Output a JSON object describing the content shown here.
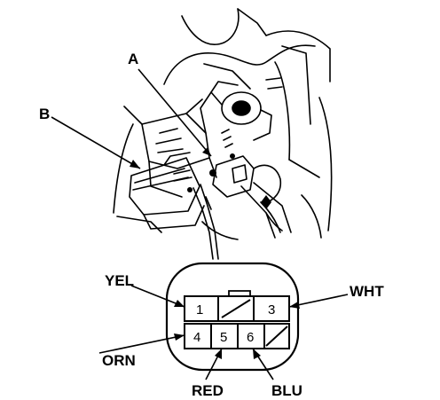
{
  "callouts": {
    "a": "A",
    "b": "B"
  },
  "connector": {
    "pins": {
      "p1": "1",
      "p3": "3",
      "p4": "4",
      "p5": "5",
      "p6": "6"
    },
    "wires": {
      "yel": "YEL",
      "wht": "WHT",
      "orn": "ORN",
      "red": "RED",
      "blu": "BLU"
    }
  },
  "colors": {
    "ink": "#000000",
    "paper": "#ffffff"
  }
}
